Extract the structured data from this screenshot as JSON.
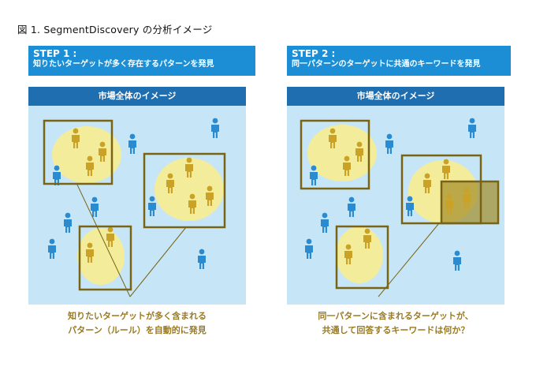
{
  "figure_title": "図 1. SegmentDiscovery の分析イメージ",
  "steps": [
    {
      "heading": "STEP 1 :",
      "subtitle": "知りたいターゲットが多く存在するパターンを発見"
    },
    {
      "heading": "STEP  2 :",
      "subtitle": "同一パターンのターゲットに共通のキーワードを発見"
    }
  ],
  "panels": [
    {
      "header": "市場全体のイメージ",
      "caption_lines": [
        "知りたいターゲットが多く含まれる",
        "パターン（ルール）を自動的に発見"
      ]
    },
    {
      "header": "市場全体のイメージ",
      "caption_lines": [
        "同一パターンに含まれるターゲットが、",
        "共通して回答するキーワードは何か？"
      ]
    }
  ],
  "colors": {
    "step_bar": "#1c8ed6",
    "panel_header": "#1e6eb0",
    "panel_bg": "#c6e6f7",
    "person_blue": "#2a8bd0",
    "person_gold": "#c9a227",
    "cluster_ellipse": "#f3ec9a",
    "box_border": "#7a6414",
    "caption_text": "#9a7b22"
  },
  "icons": [
    "person-icon-blue",
    "person-icon-gold"
  ]
}
